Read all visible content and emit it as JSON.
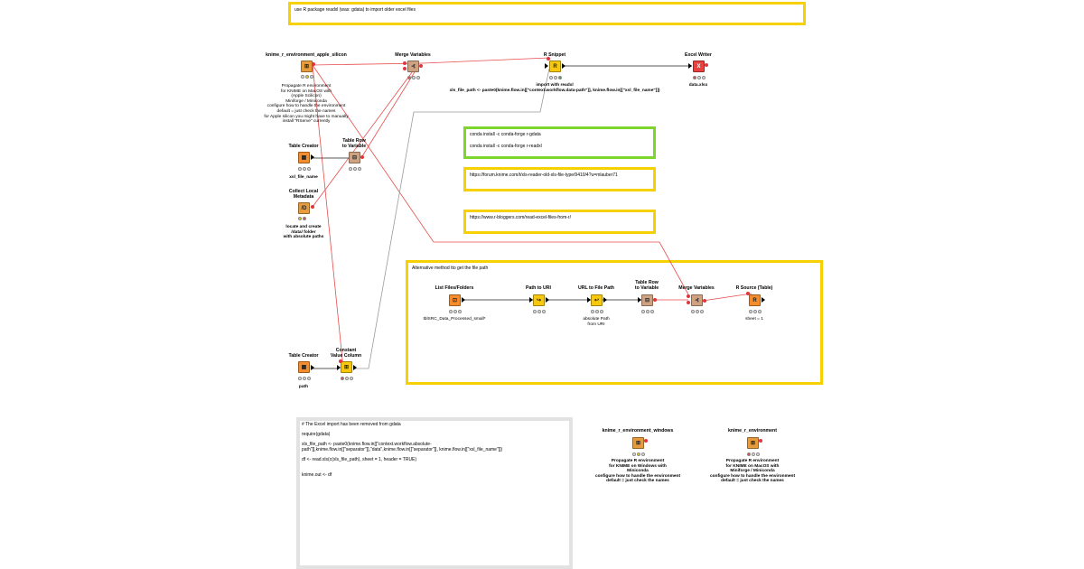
{
  "annotations": {
    "top": "use R package readxl (was: gdata) to import older excel files",
    "conda": "conda install -c conda-forge r-gdata\n\nconda install -c conda-forge r-readxl",
    "forum": "https://forum.knime.com/t/xls-reader-old-xls-file-type/9410/4?u=mlauber71",
    "bloggers": "https://www.r-bloggers.com/read-excel-files-from-r/",
    "alternative": "Alternative method tto get the file path",
    "rcode": "# The Excel import has been removed from gdata\n\nrequire(gdata)\n\nxls_file_path <- paste0(knime.flow.in[[\"context.workflow.absolute-\npath\"]],knime.flow.in[[\"separator\"]],\"data\",knime.flow.in[[\"separator\"]], knime.flow.in[[\"xsl_file_name\"]])\n\ndf <- read.xls(c(xls_file_path), sheet = 1, header = TRUE)\n\n\nknime.out <- df"
  },
  "nodes": {
    "r_env_apple": {
      "title": "knime_r_environment_apple_silicon",
      "desc": "Propagate R environment\nfor KNIME on MacOS with\n(Apple Scilicon)\nMiniforge / Miniconda\nconfigure how to handle the environment\ndefault = just check the names\nfor Apple silicon you might have to manually\ninstall \"RServe\" currently"
    },
    "merge_vars_top": {
      "title": "Merge Variables",
      "desc": ""
    },
    "r_snippet": {
      "title": "R Snippet",
      "desc": "import with readxl\nxls_file_path <- paste0(knime.flow.in[[\"context.workflow.data-path\"]], knime.flow.in[[\"xsl_file_name\"]])"
    },
    "excel_writer": {
      "title": "Excel Writer",
      "desc": "data.xlsx"
    },
    "table_creator_1": {
      "title": "Table Creator",
      "desc": "xsl_file_name"
    },
    "table_row_var_1": {
      "title": "Table Row\nto Variable",
      "desc": ""
    },
    "collect_meta": {
      "title": "Collect Local\nMetadata",
      "desc": "locate and create\n/data/ folder\nwith absolute paths"
    },
    "list_files": {
      "title": "List Files/Folders",
      "desc": "tblSRC_Data_Processed_small*"
    },
    "path_to_uri": {
      "title": "Path to URI",
      "desc": ""
    },
    "url_to_path": {
      "title": "URL to File Path",
      "desc": "absolute Path\nfrom URI"
    },
    "table_row_var_2": {
      "title": "Table Row\nto Variable",
      "desc": ""
    },
    "merge_vars_2": {
      "title": "Merge Variables",
      "desc": ""
    },
    "r_source": {
      "title": "R Source (Table)",
      "desc": "sheet = 1"
    },
    "table_creator_2": {
      "title": "Table Creator",
      "desc": "path"
    },
    "constant_col": {
      "title": "Constant\nValue Column",
      "desc": ""
    },
    "r_env_windows": {
      "title": "knime_r_environment_windows",
      "desc": "Propagate R environment\nfor KNIME on Windows with\nMiniconda\nconfigure how to handle the environment\ndefault = just check the names"
    },
    "r_env": {
      "title": "knime_r_environment",
      "desc": "Propagate R environment\nfor KNIME on MacOS with\nMiniforge / Miniconda\nconfigure how to handle the environment\ndefault = just check the names"
    }
  },
  "colors": {
    "yellow_border": "#f7d000",
    "green_border": "#7dd62c",
    "gray_border": "#e2e2e2",
    "variable_wire": "#e74c4c",
    "data_wire": "#9a9a9a"
  }
}
